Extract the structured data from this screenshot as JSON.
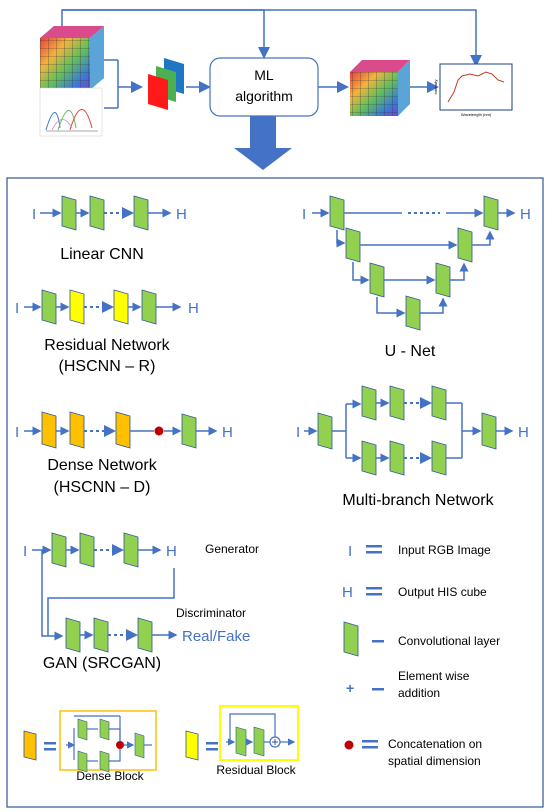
{
  "top": {
    "ml_box": [
      "ML",
      "algorithm"
    ],
    "plot_xlabel": "Wavelength (nm)",
    "plot_ylabel": "Intensity"
  },
  "panels": {
    "linear_cnn": {
      "in": "I",
      "out": "H",
      "title": "Linear CNN"
    },
    "residual": {
      "in": "I",
      "out": "H",
      "title": [
        "Residual Network",
        "(HSCNN – R)"
      ]
    },
    "dense": {
      "in": "I",
      "out": "H",
      "title": [
        "Dense Network",
        "(HSCNN – D)"
      ]
    },
    "gan": {
      "in": "I",
      "out": "H",
      "generator": "Generator",
      "discriminator": "Discriminator",
      "real_fake": "Real/Fake",
      "title": "GAN (SRCGAN)"
    },
    "unet": {
      "in": "I",
      "out": "H",
      "title": "U - Net"
    },
    "multibranch": {
      "in": "I",
      "out": "H",
      "title": "Multi-branch Network"
    },
    "dense_block": "Dense Block",
    "residual_block": "Residual Block"
  },
  "legend": {
    "input_sym": "I",
    "input": "Input RGB Image",
    "output_sym": "H",
    "output": "Output HIS cube",
    "conv": "Convolutional layer",
    "addition": [
      "Element wise",
      "addition"
    ],
    "concat": [
      "Concatenation on",
      "spatial dimension"
    ]
  },
  "colors": {
    "arrow": "#4472c4",
    "conv_green": "#92d050",
    "residual_yellow": "#ffff00",
    "dense_orange": "#ffc000",
    "border_blue": "#2f5597",
    "concat_red": "#c00000",
    "block_border": "#ffc000",
    "res_block_border": "#ffff00"
  }
}
